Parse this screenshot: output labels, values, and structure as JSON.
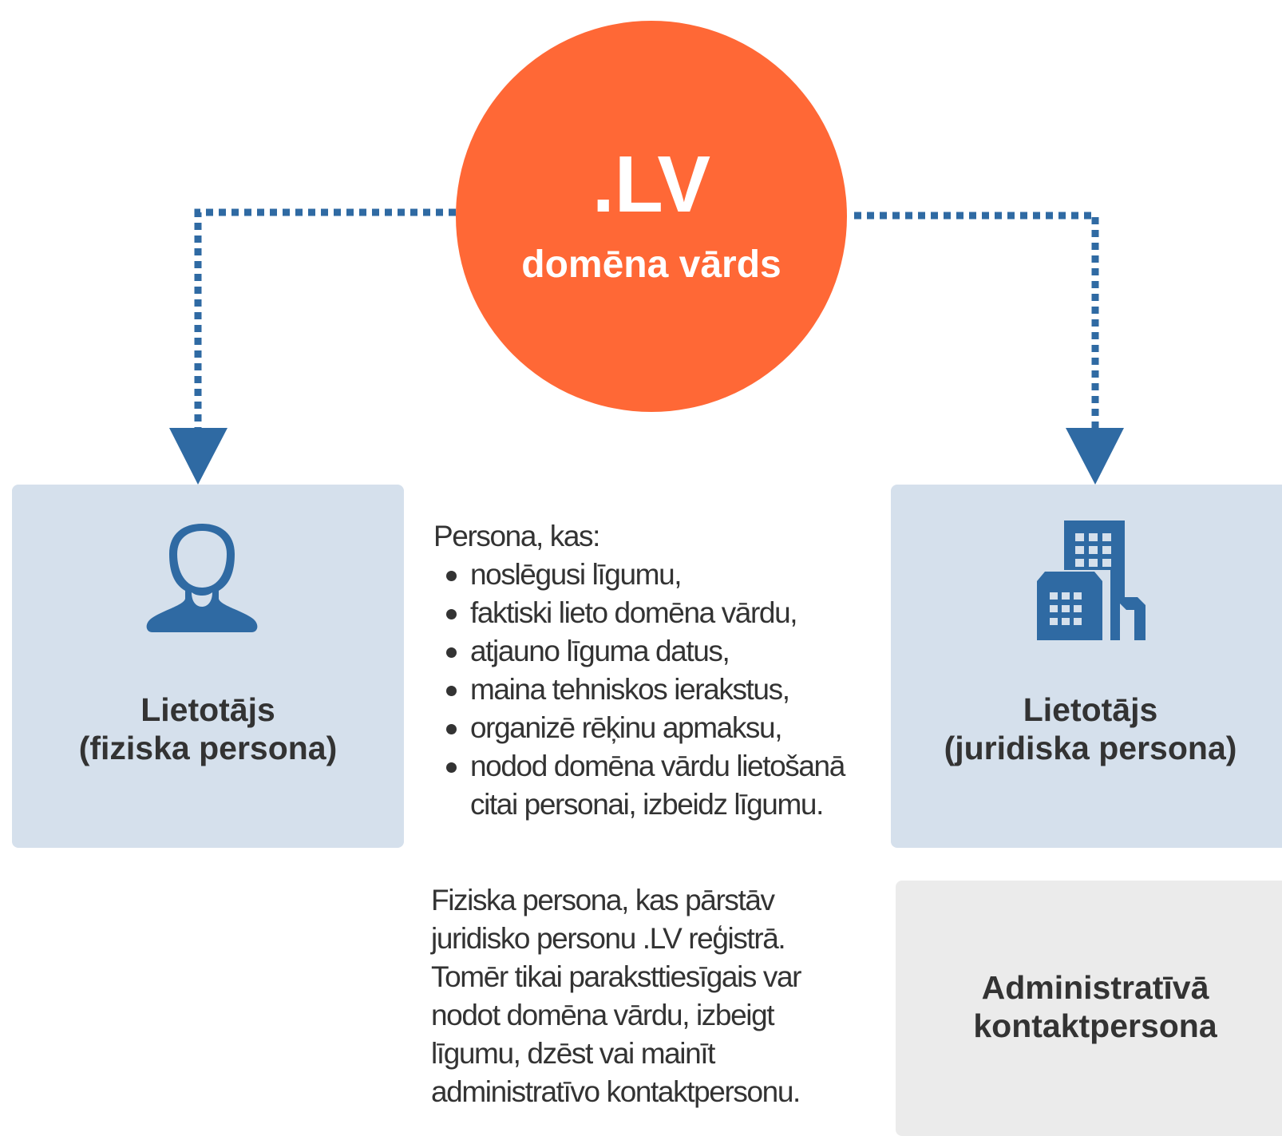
{
  "center": {
    "title": ".LV",
    "subtitle": "domēna vārds",
    "color": "#ff6836"
  },
  "connector_color": "#2f6aa3",
  "user_individual": {
    "icon": "person-icon",
    "label_line1": "Lietotājs",
    "label_line2": "(fiziska persona)",
    "box_color": "#d5e0ec"
  },
  "user_legal": {
    "icon": "office-building-icon",
    "label_line1": "Lietotājs",
    "label_line2": "(juridiska persona)",
    "box_color": "#d5e0ec"
  },
  "roles": {
    "intro": "Persona, kas:",
    "items": [
      "noslēgusi līgumu,",
      "faktiski lieto domēna vārdu,",
      "atjauno līguma datus,",
      "maina tehniskos ierakstus,",
      "organizē rēķinu apmaksu,",
      "nodod domēna vārdu lietošanā citai personai, izbeidz līgumu."
    ]
  },
  "admin_contact": {
    "label_line1": "Administratīvā",
    "label_line2": "kontaktpersona",
    "box_color": "#ebebeb",
    "description": [
      "Fiziska persona, kas pārstāv",
      "juridisko personu .LV reģistrā.",
      "Tomēr tikai paraksttiesīgais var",
      "nodot domēna vārdu, izbeigt",
      "līgumu, dzēst vai mainīt",
      "administratīvo kontaktpersonu."
    ]
  }
}
